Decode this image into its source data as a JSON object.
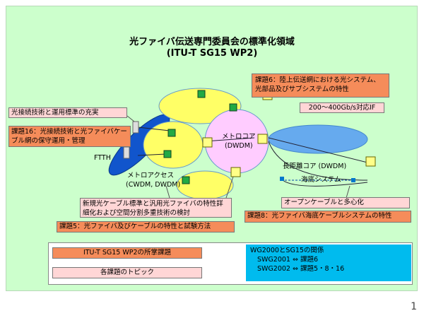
{
  "title": {
    "line1": "光ファイバ伝送専門委員会の標準化領域",
    "line2": "(ITU-T SG15 WP2)"
  },
  "notes": {
    "q6": "課題6：陸上伝送網における光システム、光部品及びサブシステムの特性",
    "q16_topic": "光接続技術と運用標準の充実",
    "q16": "課題16：光接続技術と光ファイバケーブル網の保守運用・管理",
    "bitrate": "200～400Gb/s対応IF",
    "q5_topic": "新規光ケーブル標準と汎用光ファイバの特性詳細化および空間分割多重技術の検討",
    "q5": "課題5：光ファイバ及びケーブルの特性と試験方法",
    "q8_topic": "オープンケーブルと多心化",
    "q8": "課題8：光ファイバ海底ケーブルシステムの特性"
  },
  "labels": {
    "ftth": "FTTH",
    "metro_core": "メトロコア",
    "metro_core_dwdm": "(DWDM)",
    "metro_access": "メトロアクセス",
    "metro_access_dwdm": "(CWDM, DWDM)",
    "long_haul": "長距離コア (DWDM)",
    "submarine": "海底システム"
  },
  "legend": {
    "orange_item": "ITU-T SG15 WP2の所掌課題",
    "pink_item": "各課題のトピック",
    "relation_title": "WG2000とSG15の関係",
    "relation_1": "SWG2001 ⇔ 課題6",
    "relation_2": "SWG2002 ⇔ 課題5・8・16"
  },
  "page_number": "1",
  "colors": {
    "background": "#ccffcc",
    "orange": "#f58c5a",
    "pink": "#ffd6d6",
    "cyan": "#00bbee",
    "ring_yellow": "#ffff66",
    "ring_pink": "#ffccff",
    "ring_blue": "#66aaee",
    "ftth_blue": "#1155cc"
  }
}
